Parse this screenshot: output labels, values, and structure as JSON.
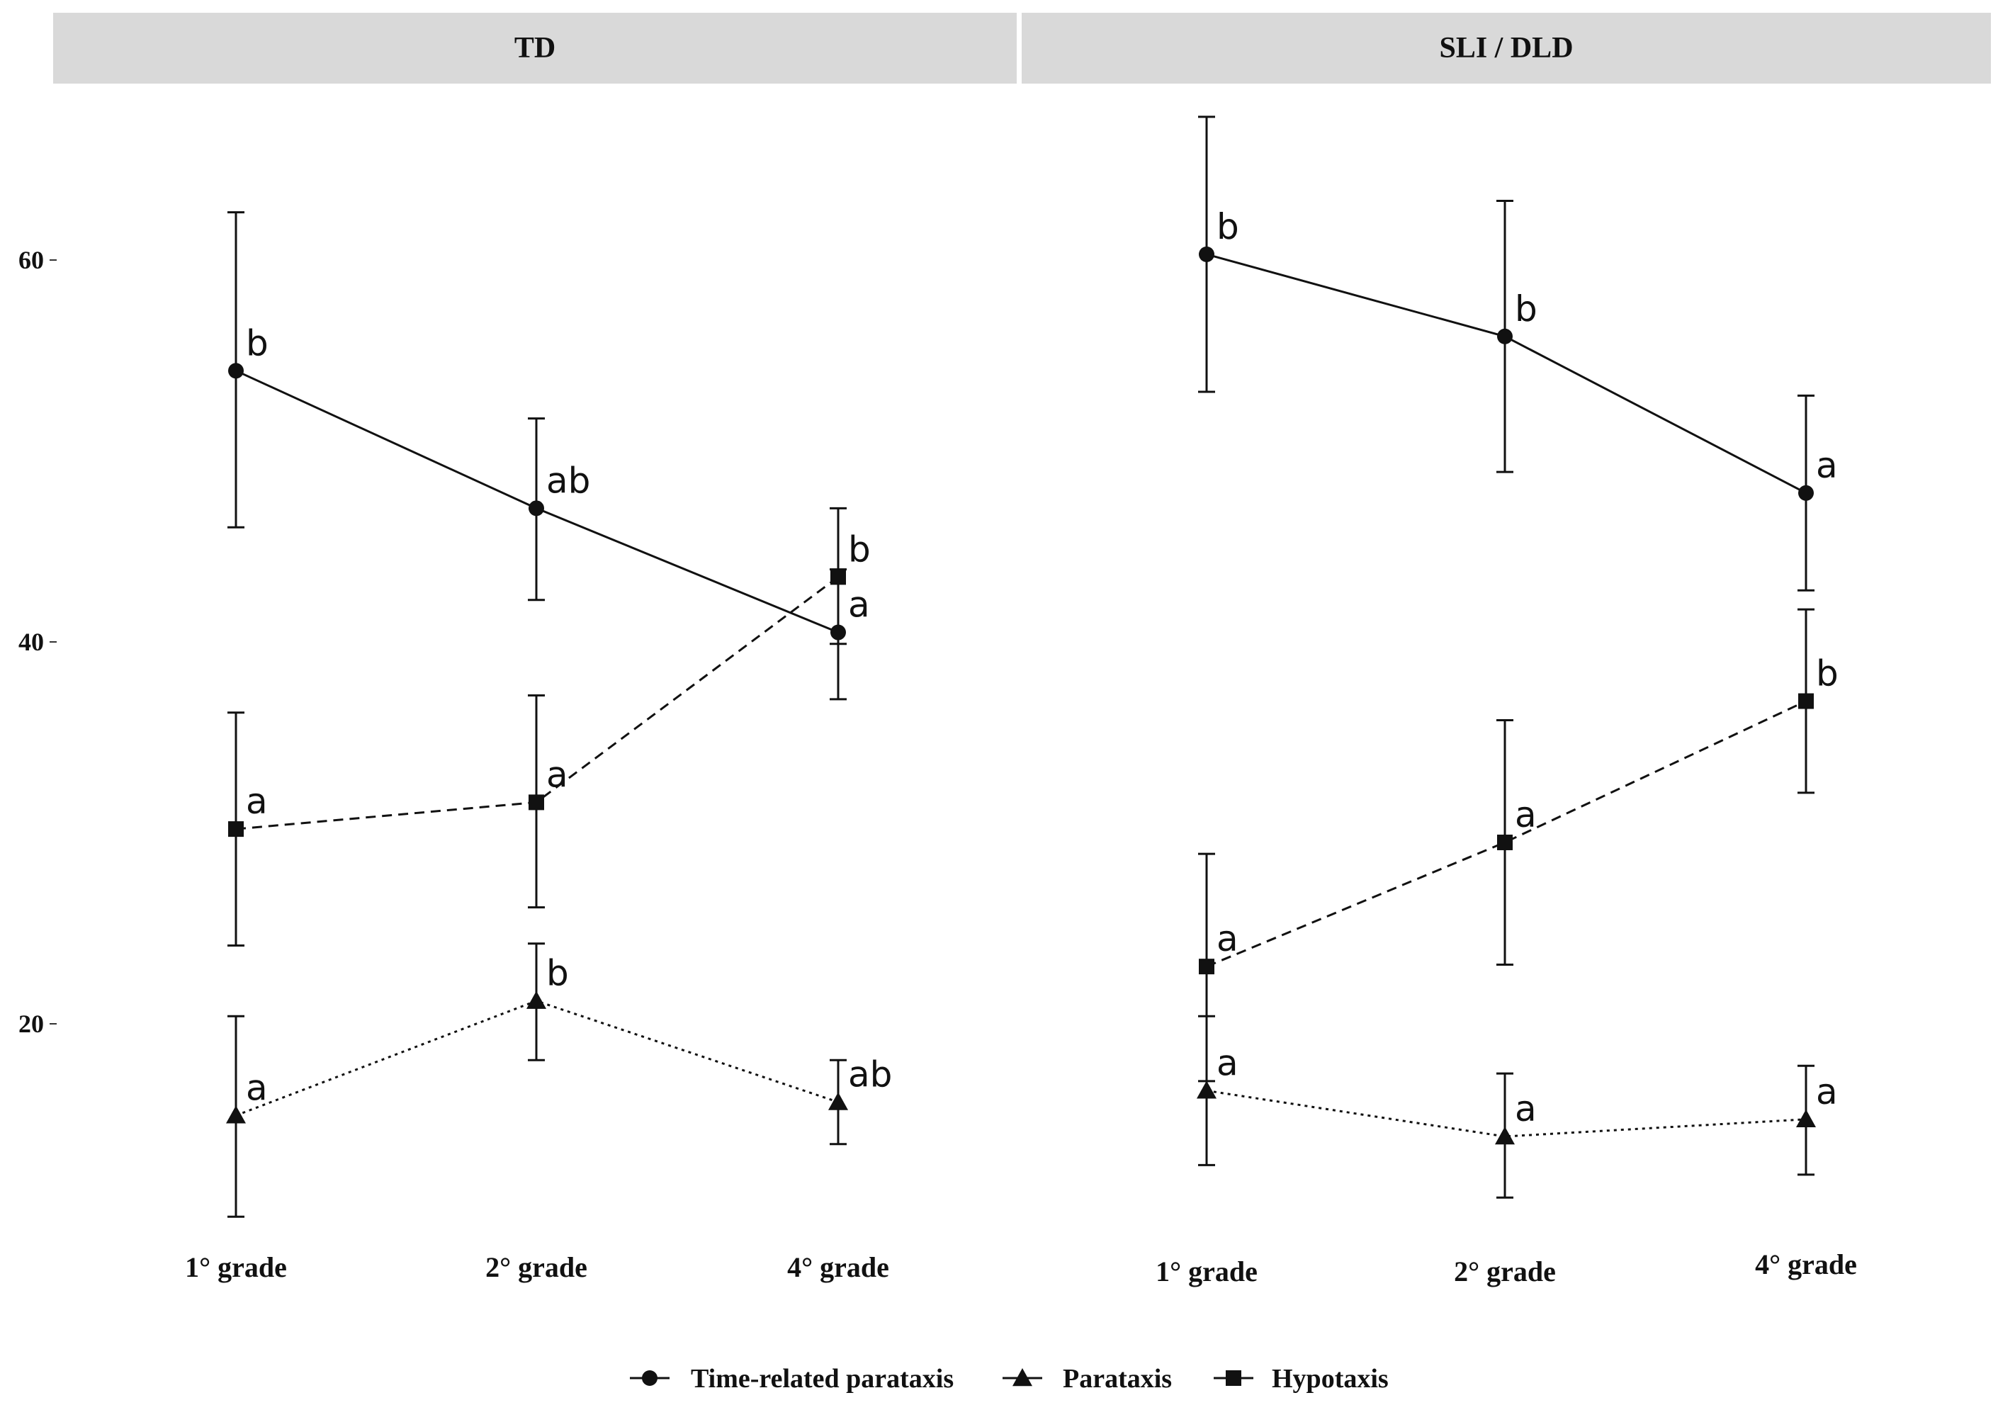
{
  "chart_data": [
    {
      "type": "line",
      "panel": "TD",
      "categories": [
        "1° grade",
        "2° grade",
        "4° grade"
      ],
      "ylim": [
        10,
        68
      ],
      "yticks": [
        20,
        40,
        60
      ],
      "grid": false,
      "legend_position": "bottom",
      "series": [
        {
          "name": "Time-related parataxis",
          "marker": "circle",
          "line": "solid",
          "values": [
            54.2,
            47.0,
            40.5
          ],
          "error_low": [
            46.0,
            42.2,
            37.0
          ],
          "error_high": [
            62.5,
            51.7,
            47.0
          ],
          "letters": [
            "b",
            "ab",
            "a"
          ]
        },
        {
          "name": "Parataxis",
          "marker": "triangle",
          "line": "dotted",
          "values": [
            15.2,
            21.2,
            15.9
          ],
          "error_low": [
            9.9,
            18.1,
            13.7
          ],
          "error_high": [
            20.4,
            24.2,
            18.1
          ],
          "letters": [
            "a",
            "b",
            "ab"
          ]
        },
        {
          "name": "Hypotaxis",
          "marker": "square",
          "line": "dashed",
          "values": [
            30.2,
            31.6,
            43.4
          ],
          "error_low": [
            24.1,
            26.1,
            39.9
          ],
          "error_high": [
            36.3,
            37.2,
            43.8
          ],
          "letters": [
            "a",
            "a",
            "b"
          ]
        }
      ]
    },
    {
      "type": "line",
      "panel": "SLI / DLD",
      "categories": [
        "1° grade",
        "2° grade",
        "4° grade"
      ],
      "ylim": [
        10,
        68
      ],
      "yticks": [
        20,
        40,
        60
      ],
      "grid": false,
      "legend_position": "bottom",
      "series": [
        {
          "name": "Time-related parataxis",
          "marker": "circle",
          "line": "solid",
          "values": [
            60.3,
            56.0,
            47.8
          ],
          "error_low": [
            53.1,
            48.9,
            42.7
          ],
          "error_high": [
            67.5,
            63.1,
            52.9
          ],
          "letters": [
            "b",
            "b",
            "a"
          ]
        },
        {
          "name": "Parataxis",
          "marker": "triangle",
          "line": "dotted",
          "values": [
            16.5,
            14.1,
            15.0
          ],
          "error_low": [
            12.6,
            10.9,
            12.1
          ],
          "error_high": [
            20.4,
            17.4,
            17.8
          ],
          "letters": [
            "a",
            "a",
            "a"
          ]
        },
        {
          "name": "Hypotaxis",
          "marker": "square",
          "line": "dashed",
          "values": [
            23.0,
            29.5,
            36.9
          ],
          "error_low": [
            17.0,
            23.1,
            32.1
          ],
          "error_high": [
            28.9,
            35.9,
            41.7
          ],
          "letters": [
            "a",
            "a",
            "b"
          ]
        }
      ]
    }
  ],
  "legend": {
    "items": [
      {
        "label": "Time-related parataxis",
        "marker": "circle"
      },
      {
        "label": "Parataxis",
        "marker": "triangle"
      },
      {
        "label": "Hypotaxis",
        "marker": "square"
      }
    ]
  },
  "colors": {
    "strip_background": "#d9d9d9",
    "ink": "#111111",
    "background": "#ffffff"
  }
}
